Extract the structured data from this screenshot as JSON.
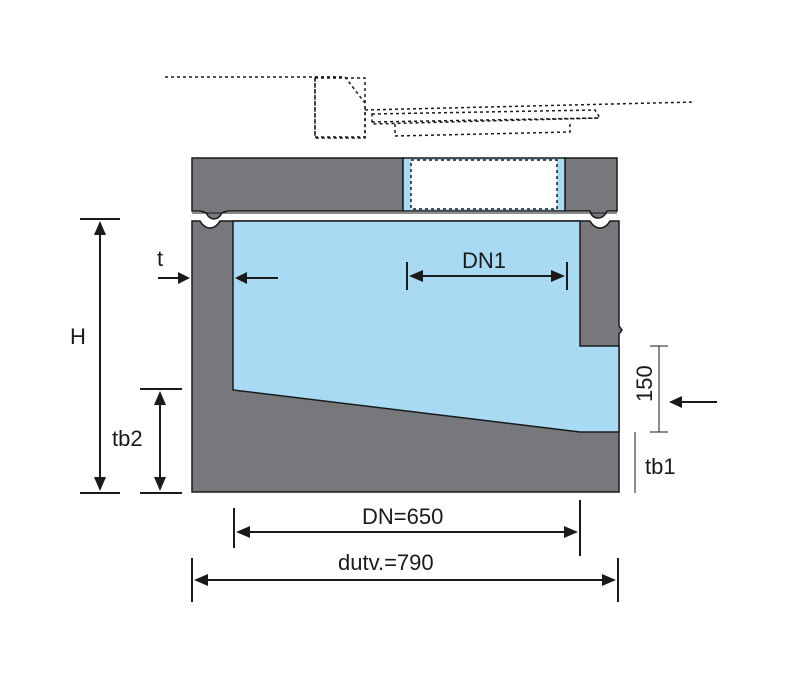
{
  "diagram": {
    "title": "Gutter drainage unit cross-section",
    "colors": {
      "concrete": "#77787b",
      "water": "#a9daf3",
      "line": "#1a1a1a",
      "background": "#ffffff"
    },
    "labels": {
      "t": "t",
      "H": "H",
      "tb2": "tb2",
      "tb1": "tb1",
      "dn1": "DN1",
      "dim150": "150",
      "dn": "DN=650",
      "dutv": "dutv.=790"
    }
  }
}
